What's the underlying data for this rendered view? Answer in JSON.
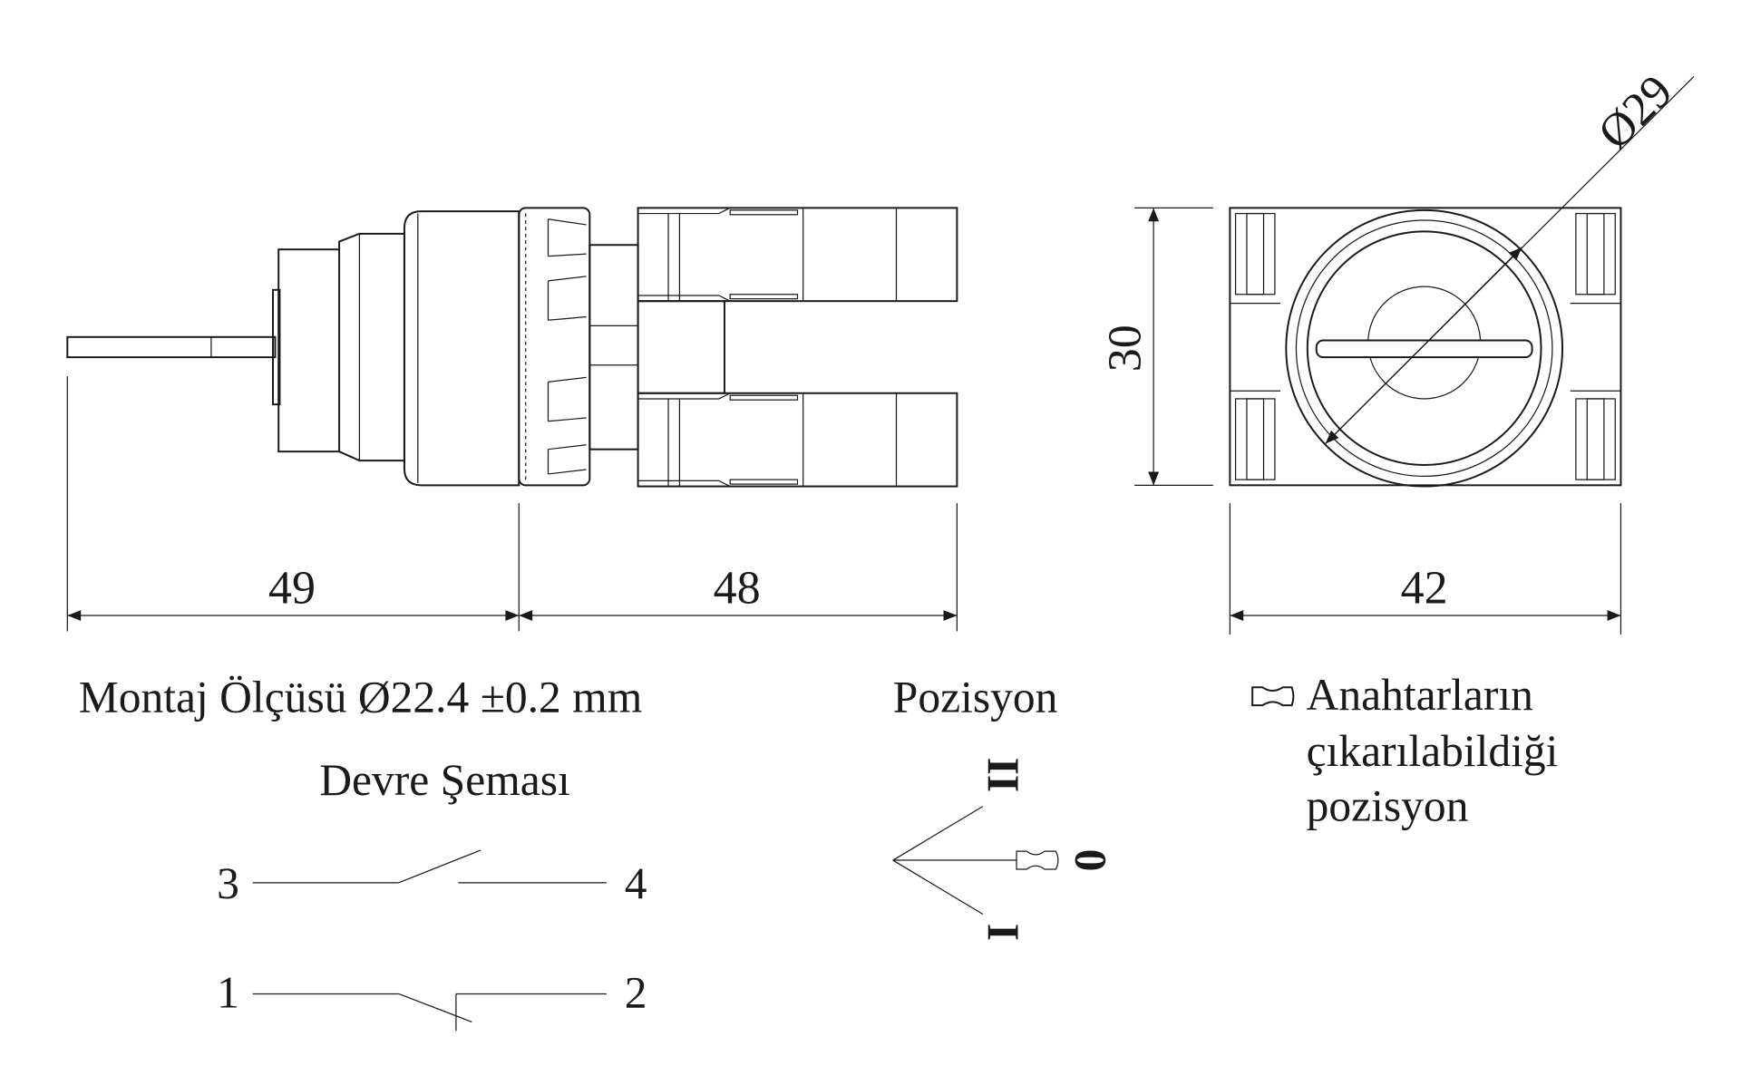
{
  "dimensions": {
    "side_front": "49",
    "side_back": "48",
    "height": "30",
    "width": "42",
    "diameter": "Ø29"
  },
  "mounting": "Montaj Ölçüsü Ø22.4 ±0.2 mm",
  "circuit": {
    "title": "Devre Şeması",
    "contact_no": {
      "left": "3",
      "right": "4"
    },
    "contact_nc": {
      "left": "1",
      "right": "2"
    }
  },
  "positions": {
    "title": "Pozisyon",
    "labels": [
      "II",
      "0",
      "I"
    ]
  },
  "legend": {
    "icon": "key-icon",
    "lines": [
      "Anahtarların",
      "çıkarılabildiği",
      "pozisyon"
    ]
  },
  "colors": {
    "line": "#1a1a1a",
    "background": "#ffffff"
  }
}
